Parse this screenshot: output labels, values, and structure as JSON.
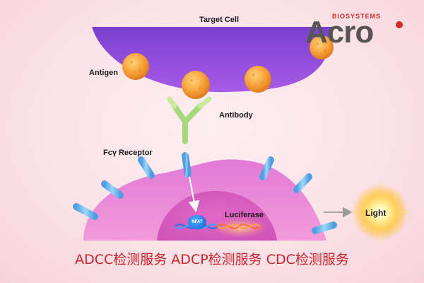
{
  "labels": {
    "target_cell": "Target Cell",
    "antigen": "Antigen",
    "antibody": "Antibody",
    "fcy_receptor": "Fcγ Receptor",
    "nfat": "NFAT",
    "luciferase": "Luciferase",
    "light": "Light"
  },
  "logo": {
    "brand": "Acro",
    "tagline": "BIOSYSTEMS"
  },
  "caption": "ADCC检测服务 ADCP检测服务 CDC检测服务",
  "colors": {
    "target_cell": "#9b4de0",
    "effector_cell": "#e97bd3",
    "antigen": "#f7a23a",
    "antibody": "#8fd16a",
    "receptor": "#6fb6ea",
    "brand_red": "#d12a2a",
    "caption": "#c8232c"
  }
}
